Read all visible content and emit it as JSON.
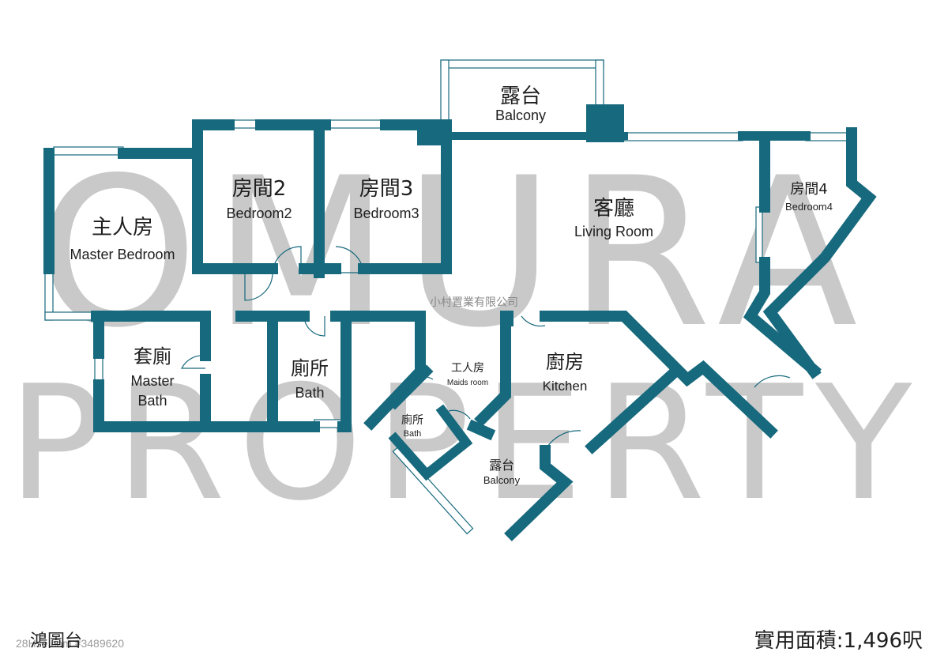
{
  "watermark": {
    "line1": "OMURA",
    "line2": "PROPERTY",
    "company": "小村置業有限公司"
  },
  "rooms": {
    "master_bedroom": {
      "zh": "主人房",
      "en": "Master Bedroom"
    },
    "bedroom2": {
      "zh": "房間2",
      "en": "Bedroom2"
    },
    "bedroom3": {
      "zh": "房間3",
      "en": "Bedroom3"
    },
    "balcony_top": {
      "zh": "露台",
      "en": "Balcony"
    },
    "living_room": {
      "zh": "客廳",
      "en": "Living Room"
    },
    "bedroom4": {
      "zh": "房間4",
      "en": "Bedroom4"
    },
    "master_bath": {
      "zh": "套廁",
      "en1": "Master",
      "en2": "Bath"
    },
    "bath": {
      "zh": "廁所",
      "en": "Bath"
    },
    "maids_room": {
      "zh": "工人房",
      "en": "Maids room"
    },
    "small_bath": {
      "zh": "廁所",
      "en": "Bath"
    },
    "kitchen": {
      "zh": "廚房",
      "en": "Kitchen"
    },
    "balcony_bottom": {
      "zh": "露台",
      "en": "Balcony"
    }
  },
  "footer": {
    "estate_name": "鴻圖台",
    "ref_code": "28Hse.com #3489620",
    "area_label": "實用面積:1,496呎"
  },
  "colors": {
    "wall": "#17697d",
    "watermark": "#c9c9c9",
    "text": "#1e1e1e"
  }
}
